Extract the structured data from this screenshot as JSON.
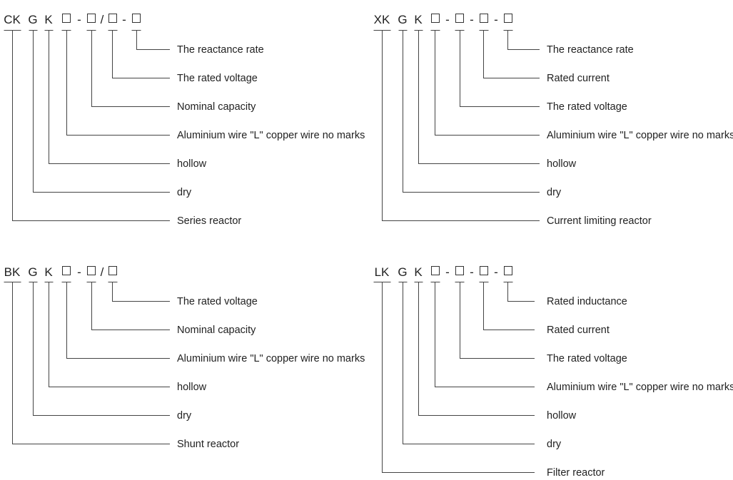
{
  "diagrams": [
    {
      "tokens": [
        "CK",
        "G",
        "K",
        "□",
        "-",
        "□",
        "/",
        "□",
        "-",
        "□"
      ],
      "labels": [
        "The reactance rate",
        "The rated voltage",
        "Nominal capacity",
        "Aluminium wire \"L\" copper wire no marks",
        "hollow",
        "dry",
        "Series reactor"
      ]
    },
    {
      "tokens": [
        "XK",
        "G",
        "K",
        "□",
        "-",
        "□",
        "-",
        "□",
        "-",
        "□"
      ],
      "labels": [
        "The reactance rate",
        "Rated current",
        "The rated voltage",
        "Aluminium wire \"L\" copper wire no marks",
        "hollow",
        "dry",
        "Current limiting reactor"
      ]
    },
    {
      "tokens": [
        "BK",
        "G",
        "K",
        "□",
        "-",
        "□",
        "/",
        "□"
      ],
      "labels": [
        "The rated voltage",
        "Nominal capacity",
        "Aluminium wire \"L\" copper wire no marks",
        "hollow",
        "dry",
        "Shunt reactor"
      ]
    },
    {
      "tokens": [
        "LK",
        "G",
        "K",
        "□",
        "-",
        "□",
        "-",
        "□",
        "-",
        "□"
      ],
      "labels": [
        "Rated inductance",
        "Rated current",
        "The rated voltage",
        "Aluminium wire \"L\" copper wire no marks",
        "hollow",
        "dry",
        "Filter reactor"
      ]
    }
  ]
}
